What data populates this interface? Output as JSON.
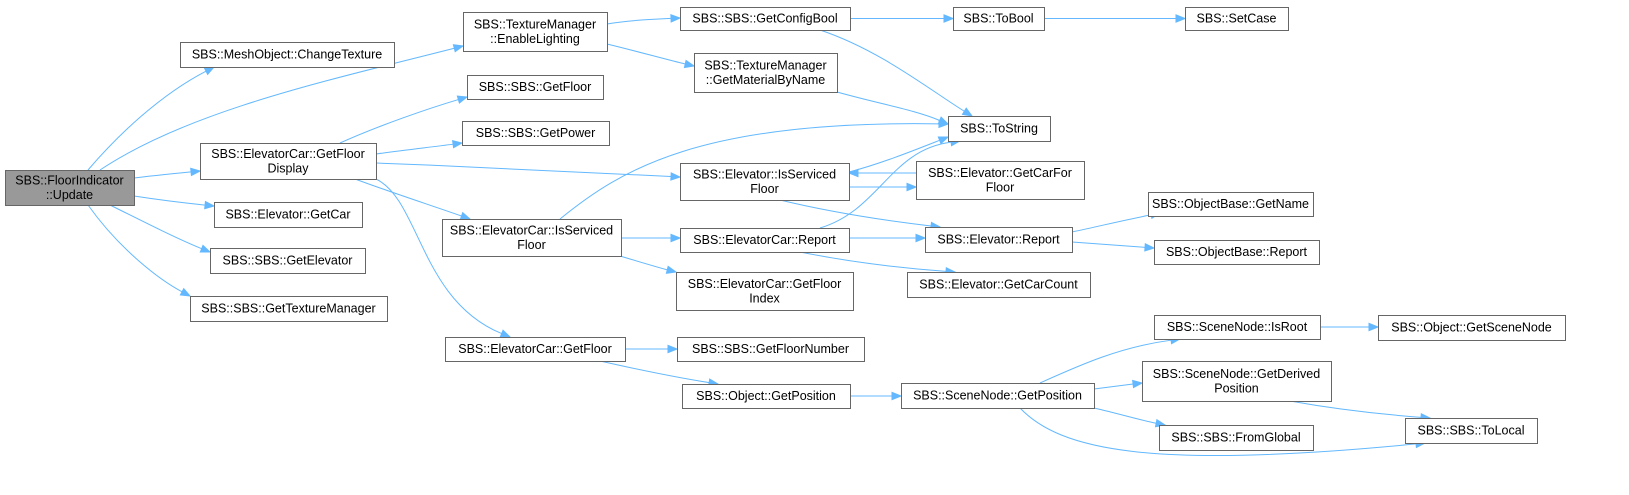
{
  "colors": {
    "edge": "#63b8ff",
    "node_border": "#666666",
    "root_fill": "#999999",
    "node_fill": "#ffffff"
  },
  "nodes": [
    {
      "id": "n0",
      "lines": [
        "SBS::FloorIndicator",
        "::Update"
      ],
      "root": true
    },
    {
      "id": "n1",
      "lines": [
        "SBS::MeshObject::ChangeTexture"
      ]
    },
    {
      "id": "n2",
      "lines": [
        "SBS::TextureManager",
        "::EnableLighting"
      ]
    },
    {
      "id": "n3",
      "lines": [
        "SBS::ElevatorCar::GetFloor",
        "Display"
      ]
    },
    {
      "id": "n4",
      "lines": [
        "SBS::Elevator::GetCar"
      ]
    },
    {
      "id": "n5",
      "lines": [
        "SBS::SBS::GetElevator"
      ]
    },
    {
      "id": "n6",
      "lines": [
        "SBS::SBS::GetTextureManager"
      ]
    },
    {
      "id": "n7",
      "lines": [
        "SBS::SBS::GetConfigBool"
      ]
    },
    {
      "id": "n8",
      "lines": [
        "SBS::TextureManager",
        "::GetMaterialByName"
      ]
    },
    {
      "id": "n9",
      "lines": [
        "SBS::ToBool"
      ]
    },
    {
      "id": "n10",
      "lines": [
        "SBS::SetCase"
      ]
    },
    {
      "id": "n11",
      "lines": [
        "SBS::ToString"
      ]
    },
    {
      "id": "n12",
      "lines": [
        "SBS::SBS::GetFloor"
      ]
    },
    {
      "id": "n13",
      "lines": [
        "SBS::SBS::GetPower"
      ]
    },
    {
      "id": "n14",
      "lines": [
        "SBS::Elevator::IsServiced",
        "Floor"
      ]
    },
    {
      "id": "n15",
      "lines": [
        "SBS::ElevatorCar::IsServiced",
        "Floor"
      ]
    },
    {
      "id": "n16",
      "lines": [
        "SBS::ElevatorCar::GetFloor"
      ]
    },
    {
      "id": "n17",
      "lines": [
        "SBS::Elevator::GetCarFor",
        "Floor"
      ]
    },
    {
      "id": "n18",
      "lines": [
        "SBS::Elevator::Report"
      ]
    },
    {
      "id": "n19",
      "lines": [
        "SBS::ElevatorCar::Report"
      ]
    },
    {
      "id": "n20",
      "lines": [
        "SBS::ElevatorCar::GetFloor",
        "Index"
      ]
    },
    {
      "id": "n21",
      "lines": [
        "SBS::ObjectBase::GetName"
      ]
    },
    {
      "id": "n22",
      "lines": [
        "SBS::ObjectBase::Report"
      ]
    },
    {
      "id": "n23",
      "lines": [
        "SBS::Elevator::GetCarCount"
      ]
    },
    {
      "id": "n24",
      "lines": [
        "SBS::SBS::GetFloorNumber"
      ]
    },
    {
      "id": "n25",
      "lines": [
        "SBS::Object::GetPosition"
      ]
    },
    {
      "id": "n26",
      "lines": [
        "SBS::SceneNode::GetPosition"
      ]
    },
    {
      "id": "n27",
      "lines": [
        "SBS::SceneNode::IsRoot"
      ]
    },
    {
      "id": "n28",
      "lines": [
        "SBS::Object::GetSceneNode"
      ]
    },
    {
      "id": "n29",
      "lines": [
        "SBS::SceneNode::GetDerived",
        "Position"
      ]
    },
    {
      "id": "n30",
      "lines": [
        "SBS::SBS::FromGlobal"
      ]
    },
    {
      "id": "n31",
      "lines": [
        "SBS::SBS::ToLocal"
      ]
    }
  ],
  "edges": [
    [
      "n0",
      "n1"
    ],
    [
      "n0",
      "n2"
    ],
    [
      "n0",
      "n3"
    ],
    [
      "n0",
      "n4"
    ],
    [
      "n0",
      "n5"
    ],
    [
      "n0",
      "n6"
    ],
    [
      "n2",
      "n7"
    ],
    [
      "n2",
      "n8"
    ],
    [
      "n7",
      "n9"
    ],
    [
      "n7",
      "n11"
    ],
    [
      "n9",
      "n10"
    ],
    [
      "n8",
      "n11"
    ],
    [
      "n3",
      "n12"
    ],
    [
      "n3",
      "n13"
    ],
    [
      "n3",
      "n14"
    ],
    [
      "n3",
      "n15"
    ],
    [
      "n3",
      "n16"
    ],
    [
      "n14",
      "n11"
    ],
    [
      "n14",
      "n17"
    ],
    [
      "n14",
      "n18"
    ],
    [
      "n17",
      "n14"
    ],
    [
      "n15",
      "n11"
    ],
    [
      "n15",
      "n19"
    ],
    [
      "n15",
      "n20"
    ],
    [
      "n19",
      "n11"
    ],
    [
      "n19",
      "n18"
    ],
    [
      "n19",
      "n23"
    ],
    [
      "n18",
      "n21"
    ],
    [
      "n18",
      "n22"
    ],
    [
      "n16",
      "n24"
    ],
    [
      "n16",
      "n25"
    ],
    [
      "n25",
      "n26"
    ],
    [
      "n26",
      "n27"
    ],
    [
      "n26",
      "n29"
    ],
    [
      "n26",
      "n30"
    ],
    [
      "n26",
      "n31"
    ],
    [
      "n27",
      "n28"
    ],
    [
      "n29",
      "n31"
    ]
  ]
}
